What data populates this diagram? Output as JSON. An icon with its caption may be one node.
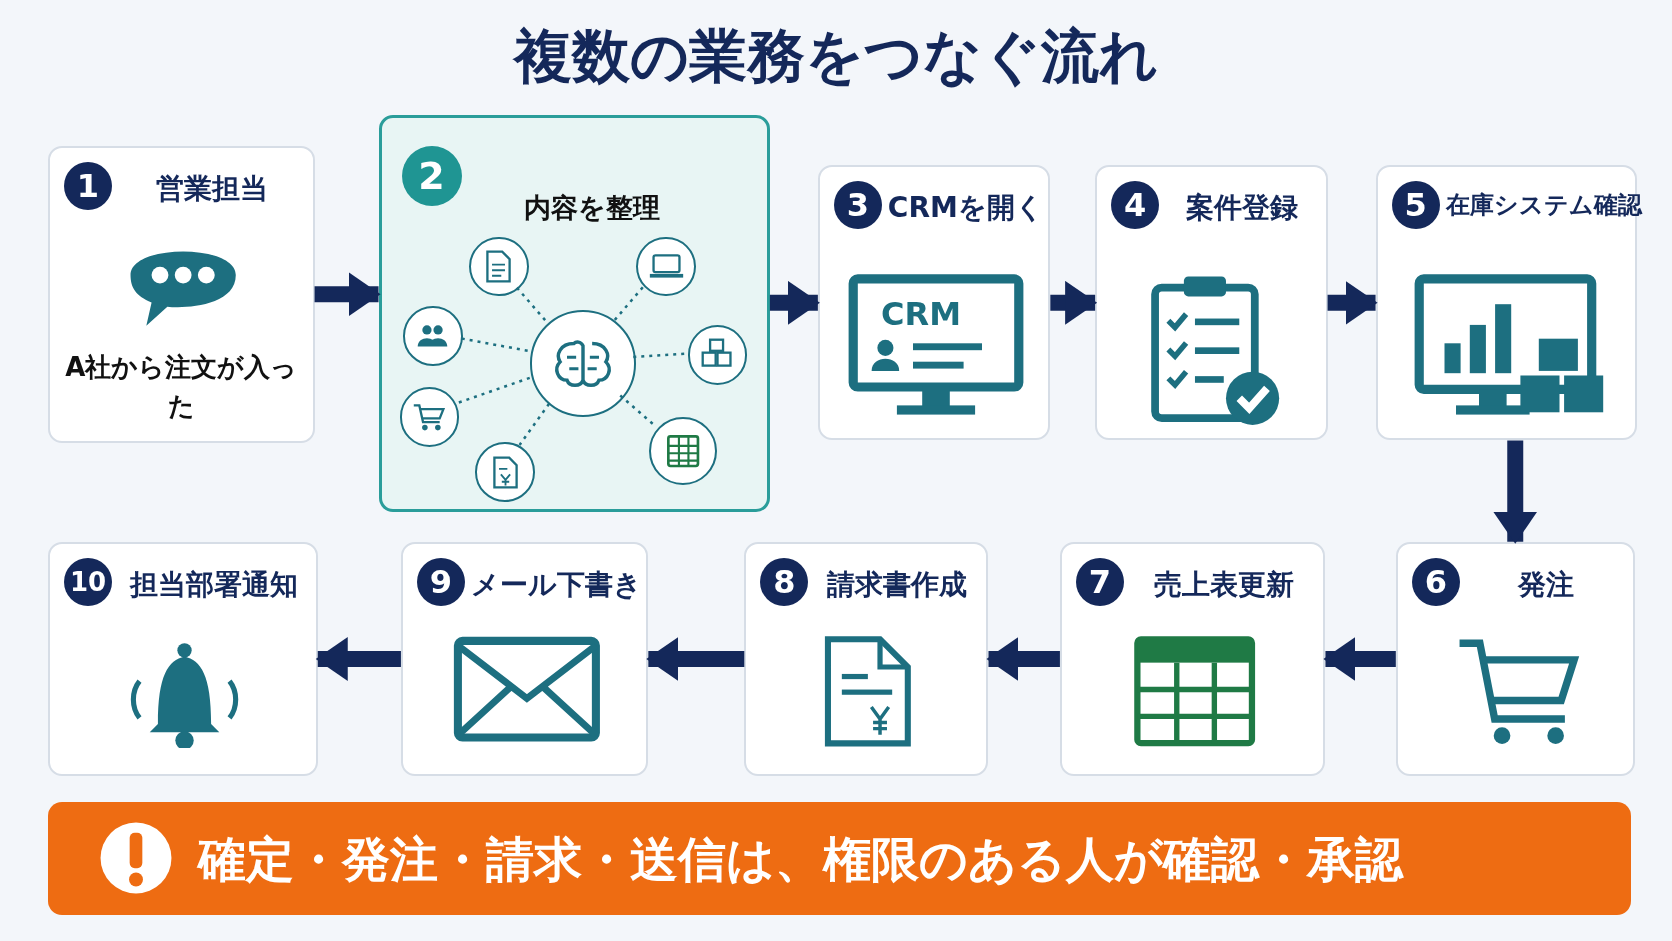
{
  "diagram": {
    "title": "複数の業務をつなぐ流れ",
    "nodes": [
      {
        "text": [
          "1",
          "営業担当",
          "A社から注文が入った"
        ]
      },
      {
        "text": [
          "2",
          "内容を整理"
        ]
      },
      {
        "text": [],
        "shape": "circle",
        "in": 1
      },
      {
        "text": [],
        "shape": "circle",
        "in": 1
      },
      {
        "text": [],
        "shape": "circle",
        "in": 1
      },
      {
        "text": [],
        "shape": "circle",
        "in": 1
      },
      {
        "text": [],
        "shape": "circle",
        "in": 1
      },
      {
        "text": [],
        "shape": "circle",
        "in": 1
      },
      {
        "text": [],
        "shape": "circle",
        "in": 1
      },
      {
        "text": [],
        "shape": "circle",
        "in": 1
      },
      {
        "text": [
          "3",
          "CRMを開く",
          "CRM"
        ]
      },
      {
        "text": [
          "4",
          "案件登録"
        ]
      },
      {
        "text": [
          "5",
          "在庫システム確認"
        ]
      },
      {
        "text": [
          "6",
          "発注"
        ]
      },
      {
        "text": [
          "7",
          "売上表更新"
        ]
      },
      {
        "text": [
          "8",
          "請求書作成"
        ]
      },
      {
        "text": [
          "9",
          "メール下書き"
        ]
      },
      {
        "text": [
          "10",
          "担当部署通知"
        ]
      },
      {
        "text": [
          "確定・発注・請求・送信は、権限のある人が確認・承認"
        ]
      }
    ],
    "edges": [
      {
        "from": 0,
        "to": 1,
        "arrow": "to"
      },
      {
        "from": 2,
        "to": 3,
        "arrow": "none",
        "style": "dashed"
      },
      {
        "from": 2,
        "to": 4,
        "arrow": "none",
        "style": "dashed"
      },
      {
        "from": 2,
        "to": 5,
        "arrow": "none",
        "style": "dashed"
      },
      {
        "from": 2,
        "to": 6,
        "arrow": "none",
        "style": "dashed"
      },
      {
        "from": 2,
        "to": 7,
        "arrow": "none",
        "style": "dashed"
      },
      {
        "from": 2,
        "to": 8,
        "arrow": "none",
        "style": "dashed"
      },
      {
        "from": 2,
        "to": 9,
        "arrow": "none",
        "style": "dashed"
      },
      {
        "from": 1,
        "to": 10,
        "arrow": "to"
      },
      {
        "from": 10,
        "to": 11,
        "arrow": "to"
      },
      {
        "from": 11,
        "to": 12,
        "arrow": "to"
      },
      {
        "from": 12,
        "to": 13,
        "arrow": "to"
      },
      {
        "from": 13,
        "to": 14,
        "arrow": "to"
      },
      {
        "from": 14,
        "to": 15,
        "arrow": "to"
      },
      {
        "from": 15,
        "to": 16,
        "arrow": "to"
      },
      {
        "from": 16,
        "to": 17,
        "arrow": "to"
      }
    ]
  }
}
